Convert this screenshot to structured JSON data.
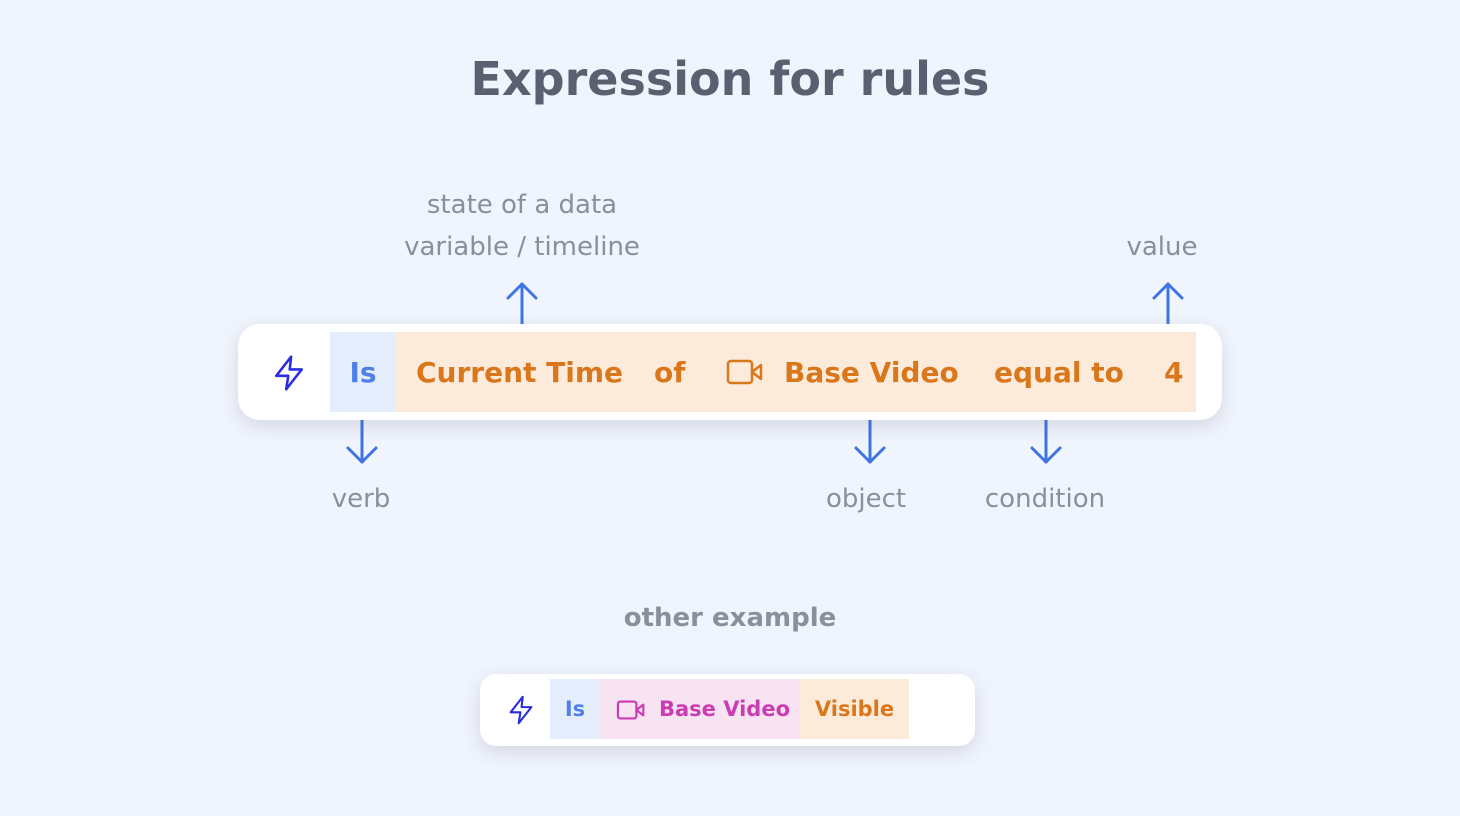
{
  "title": "Expression for rules",
  "annotations": {
    "state_line1": "state of a data",
    "state_line2": "variable / timeline",
    "value": "value",
    "verb": "verb",
    "object": "object",
    "condition": "condition"
  },
  "main_expression": {
    "trigger_icon": "lightning-bolt-icon",
    "verb": "Is",
    "state": "Current Time",
    "connector": "of",
    "object_icon": "video-camera-icon",
    "object": "Base Video",
    "condition": "equal to",
    "value": "4"
  },
  "other_example_label": "other example",
  "other_expression": {
    "trigger_icon": "lightning-bolt-icon",
    "verb": "Is",
    "object_icon": "video-camera-icon",
    "object": "Base Video",
    "state": "Visible"
  },
  "colors": {
    "background": "#F0F4FC",
    "arrow": "#3F74E2",
    "verb_text": "#5080E6",
    "verb_bg": "#E4EDFC",
    "expression_text": "#D9771A",
    "expression_bg": "#FCEADB",
    "object_text": "#C93CB2",
    "object_bg": "#F8E3F3",
    "trigger_icon": "#2B2DE0"
  }
}
